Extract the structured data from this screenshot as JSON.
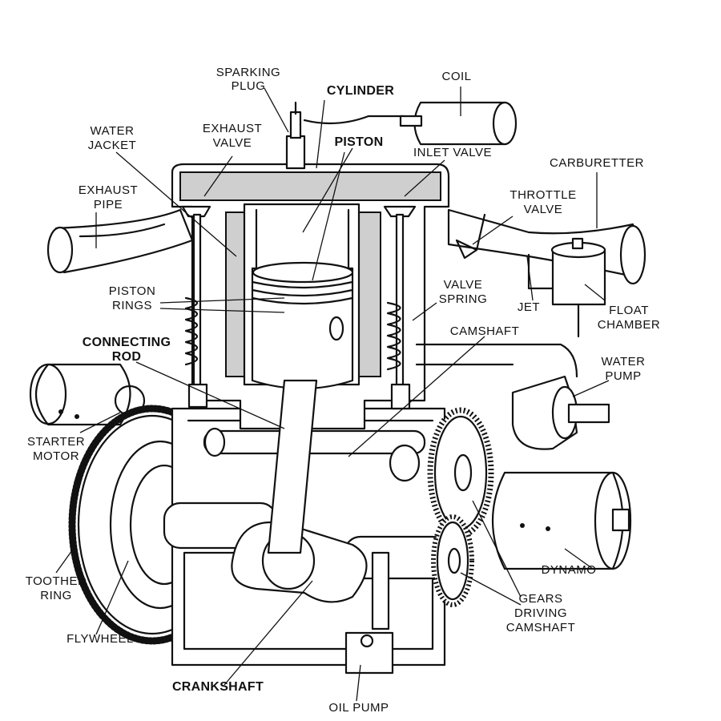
{
  "diagram": {
    "title": "Single-cylinder engine",
    "labels": {
      "sparking_plug": [
        "SPARKING",
        "PLUG"
      ],
      "cylinder": "CYLINDER",
      "coil": "COIL",
      "water_jacket": [
        "WATER",
        "JACKET"
      ],
      "exhaust_valve": [
        "EXHAUST",
        "VALVE"
      ],
      "piston": "PISTON",
      "inlet_valve": "INLET  VALVE",
      "carburetter": "CARBURETTER",
      "exhaust_pipe": [
        "EXHAUST",
        "PIPE"
      ],
      "throttle_valve": [
        "THROTTLE",
        "VALVE"
      ],
      "piston_rings": [
        "PISTON",
        "RINGS"
      ],
      "valve_spring": [
        "VALVE",
        "SPRING"
      ],
      "jet": "JET",
      "float_chamber": [
        "FLOAT",
        "CHAMBER"
      ],
      "connecting_rod": [
        "CONNECTING",
        "ROD"
      ],
      "camshaft": "CAMSHAFT",
      "water_pump": [
        "WATER",
        "PUMP"
      ],
      "starter_motor": [
        "STARTER",
        "MOTOR"
      ],
      "dynamo": "DYNAMO",
      "toothed_ring": [
        "TOOTHED",
        "RING"
      ],
      "gears_driving_camshaft": [
        "GEARS",
        "DRIVING",
        "CAMSHAFT"
      ],
      "flywheel": "FLYWHEEL",
      "crankshaft": "CRANKSHAFT",
      "oil_pump": "OIL  PUMP"
    }
  }
}
